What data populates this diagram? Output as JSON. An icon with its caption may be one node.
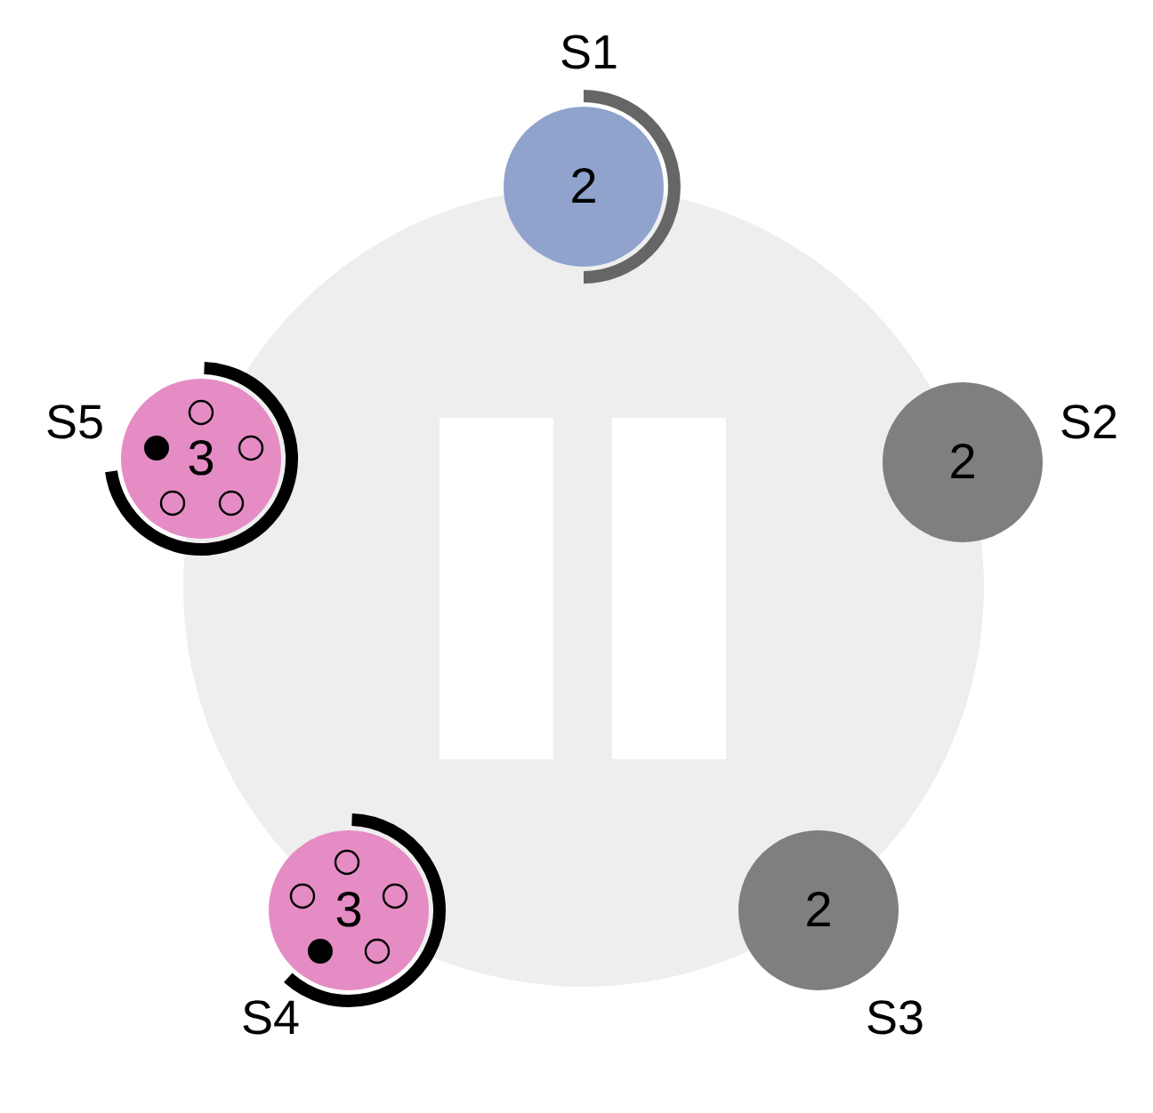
{
  "diagram": {
    "nodes": [
      {
        "text": [
          "2"
        ],
        "beside": [
          "S1"
        ]
      },
      {
        "text": [
          "3"
        ],
        "beside": [
          "S5"
        ]
      },
      {
        "text": [
          "2"
        ],
        "beside": [
          "S2"
        ]
      },
      {
        "text": [
          "3"
        ],
        "beside": [
          "S4"
        ]
      },
      {
        "text": [
          "2"
        ],
        "beside": [
          "S3"
        ]
      }
    ]
  }
}
